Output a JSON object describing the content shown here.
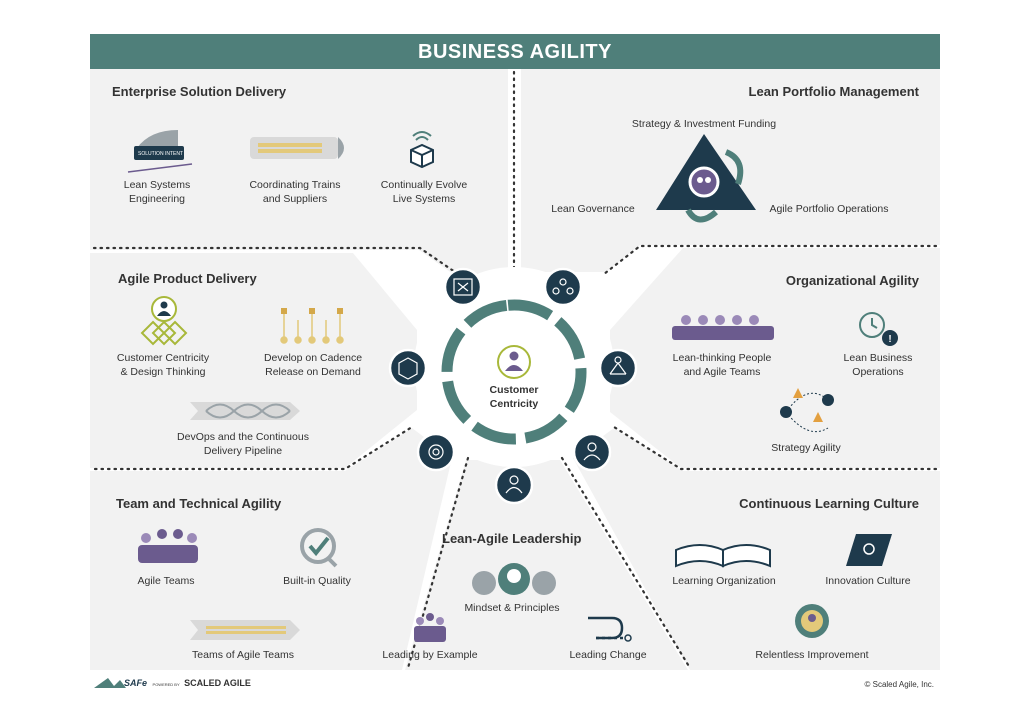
{
  "header": {
    "title": "BUSINESS AGILITY"
  },
  "center": {
    "line1": "Customer",
    "line2": "Centricity"
  },
  "sections": {
    "esd": {
      "title": "Enterprise Solution Delivery",
      "items": [
        {
          "line1": "Lean Systems",
          "line2": "Engineering",
          "icon_text": "SOLUTION INTENT"
        },
        {
          "line1": "Coordinating Trains",
          "line2": "and Suppliers"
        },
        {
          "line1": "Continually Evolve",
          "line2": "Live Systems"
        }
      ]
    },
    "lpm": {
      "title": "Lean Portfolio Management",
      "items": [
        {
          "line1": "Strategy & Investment Funding"
        },
        {
          "line1": "Lean Governance"
        },
        {
          "line1": "Agile Portfolio Operations"
        }
      ]
    },
    "apd": {
      "title": "Agile Product Delivery",
      "items": [
        {
          "line1": "Customer Centricity",
          "line2": "& Design Thinking"
        },
        {
          "line1": "Develop on Cadence",
          "line2": "Release on Demand"
        },
        {
          "line1": "DevOps and the Continuous",
          "line2": "Delivery Pipeline"
        }
      ]
    },
    "oa": {
      "title": "Organizational Agility",
      "items": [
        {
          "line1": "Lean-thinking People",
          "line2": "and Agile Teams"
        },
        {
          "line1": "Lean Business",
          "line2": "Operations"
        },
        {
          "line1": "Strategy Agility"
        }
      ]
    },
    "tta": {
      "title": "Team and Technical Agility",
      "items": [
        {
          "line1": "Agile Teams"
        },
        {
          "line1": "Built-in Quality"
        },
        {
          "line1": "Teams of Agile Teams"
        }
      ]
    },
    "lal": {
      "title": "Lean-Agile Leadership",
      "items": [
        {
          "line1": "Mindset & Principles"
        },
        {
          "line1": "Leading by Example"
        },
        {
          "line1": "Leading Change"
        }
      ]
    },
    "clc": {
      "title": "Continuous Learning Culture",
      "items": [
        {
          "line1": "Learning Organization"
        },
        {
          "line1": "Innovation Culture"
        },
        {
          "line1": "Relentless Improvement"
        }
      ]
    }
  },
  "footer": {
    "logo_text": "SAFe",
    "powered_by": "POWERED BY",
    "brand": "SCALED AGILE",
    "copyright": "© Scaled Agile, Inc."
  },
  "colors": {
    "teal": "#4f7f7a",
    "panel": "#f2f2f2",
    "purple": "#6b5b8e",
    "gold": "#e3c97a",
    "navy": "#1e3a4c",
    "olive": "#a8b83a"
  },
  "icons": {
    "center": "customer-icon",
    "ring": [
      "xl-cube-icon",
      "portfolio-people-icon",
      "network-org-icon",
      "learning-team-icon",
      "leadership-icon",
      "team-gear-icon",
      "dvf-cube-icon"
    ]
  }
}
